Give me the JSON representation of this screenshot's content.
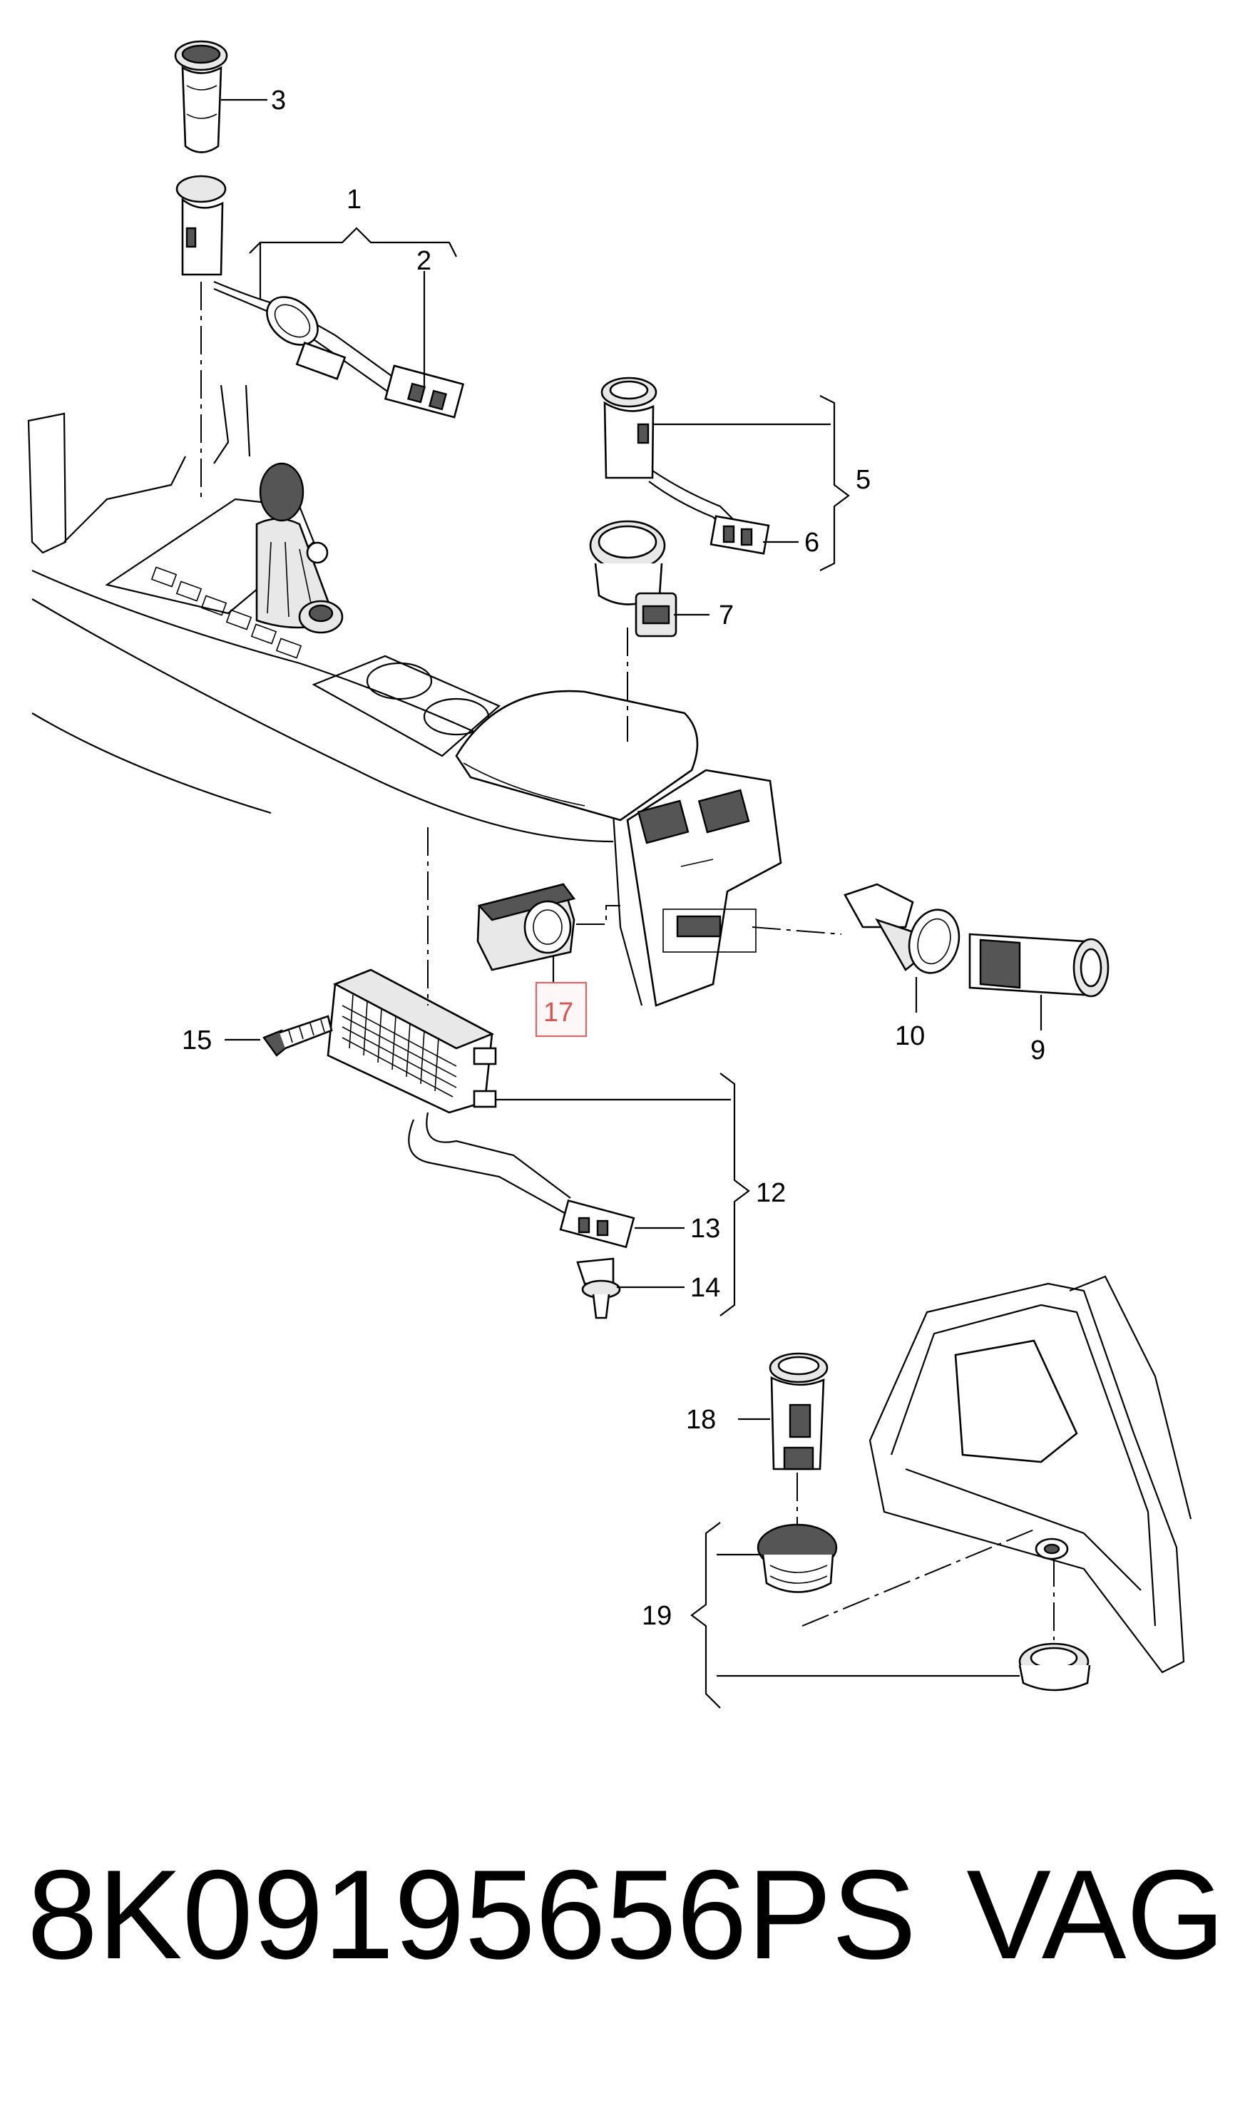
{
  "diagram": {
    "callouts": {
      "c1": "1",
      "c2": "2",
      "c3": "3",
      "c5": "5",
      "c6": "6",
      "c7": "7",
      "c9": "9",
      "c10": "10",
      "c12": "12",
      "c13": "13",
      "c14": "14",
      "c15": "15",
      "c17": "17",
      "c18": "18",
      "c19": "19"
    },
    "highlight_color": "#e06666"
  },
  "caption": {
    "part_number": "8K09195656PS",
    "brand": "VAG"
  }
}
